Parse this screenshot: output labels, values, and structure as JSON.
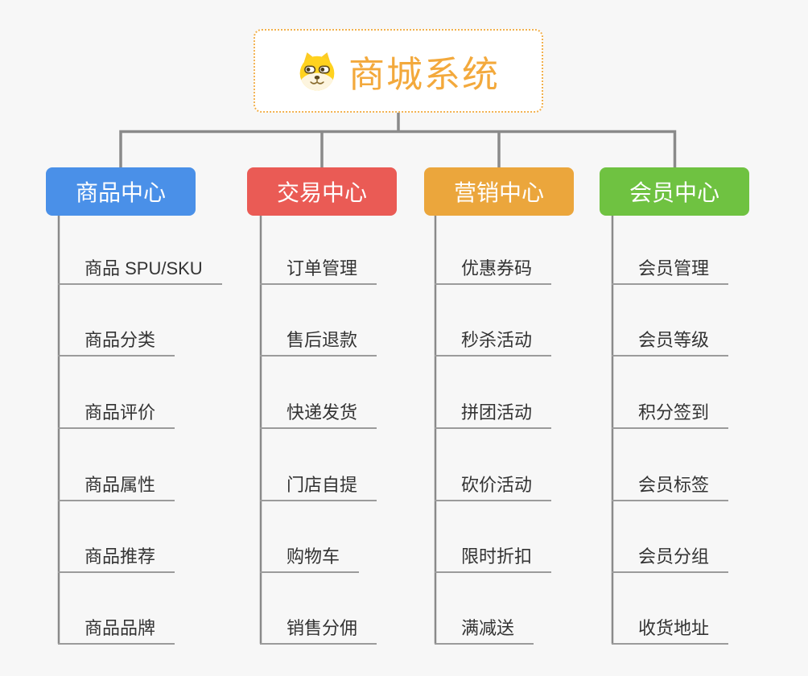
{
  "root": {
    "title": "商城系统",
    "icon": "dog-face-icon",
    "border_color": "#f2b14e",
    "title_color": "#f3a93c"
  },
  "branches": [
    {
      "label": "商品中心",
      "color": "#4a90e8",
      "children": [
        "商品 SPU/SKU",
        "商品分类",
        "商品评价",
        "商品属性",
        "商品推荐",
        "商品品牌"
      ]
    },
    {
      "label": "交易中心",
      "color": "#ea5b55",
      "children": [
        "订单管理",
        "售后退款",
        "快递发货",
        "门店自提",
        "购物车",
        "销售分佣"
      ]
    },
    {
      "label": "营销中心",
      "color": "#eba63c",
      "children": [
        "优惠券码",
        "秒杀活动",
        "拼团活动",
        "砍价活动",
        "限时折扣",
        "满减送"
      ]
    },
    {
      "label": "会员中心",
      "color": "#6fc241",
      "children": [
        "会员管理",
        "会员等级",
        "积分签到",
        "会员标签",
        "会员分组",
        "收货地址"
      ]
    }
  ],
  "style": {
    "background": "#f7f7f7",
    "connector_color": "#8a8a8a",
    "underline_color": "#9b9b9b",
    "item_text_color": "#333333"
  }
}
